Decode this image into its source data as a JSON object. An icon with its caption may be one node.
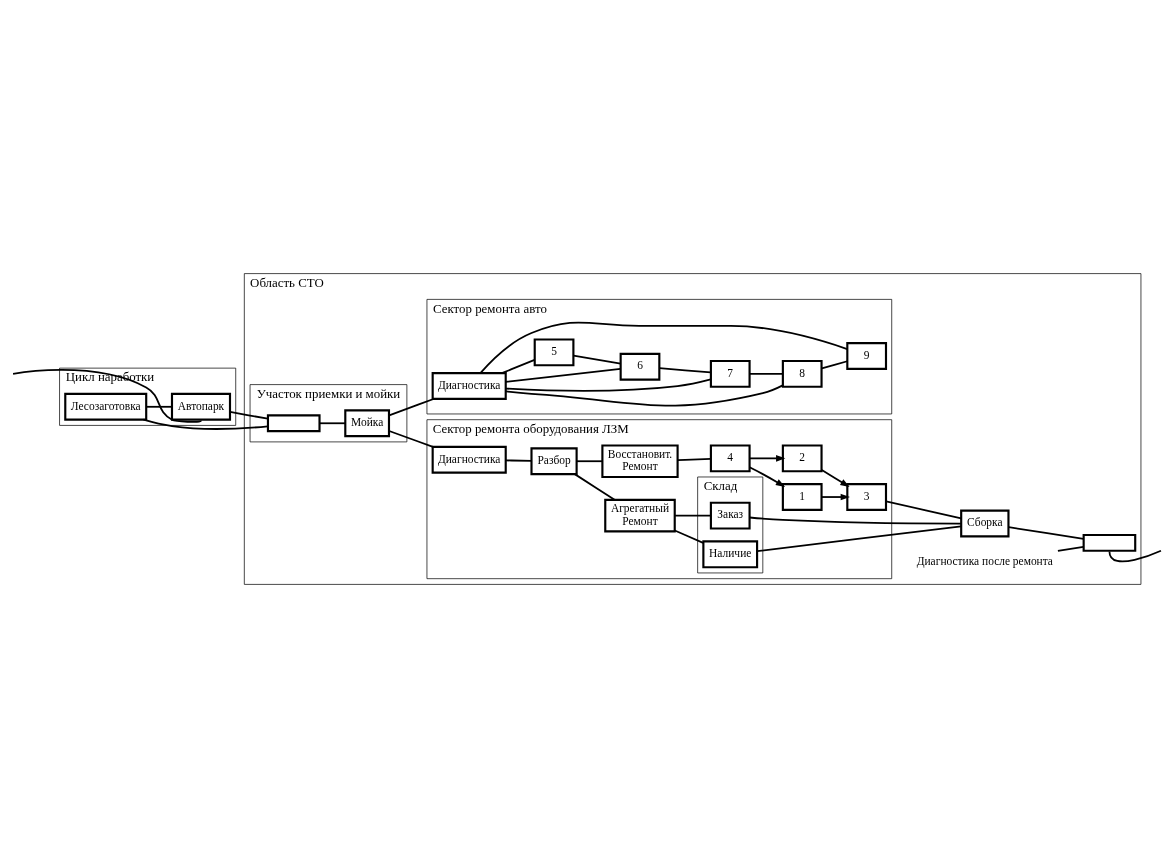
{
  "diagram": {
    "nodes": [
      {
        "text": [
          "Цикл наработки"
        ]
      },
      {
        "text": [
          "Лесозаготовка"
        ],
        "in": 0
      },
      {
        "text": [
          "Автопарк"
        ],
        "in": 0
      },
      {
        "text": [
          "Область СТО"
        ]
      },
      {
        "text": [
          "Участок приемки и мойки"
        ],
        "in": 3
      },
      {
        "text": [],
        "shape": "box",
        "in": 4
      },
      {
        "text": [
          "Мойка"
        ],
        "in": 4
      },
      {
        "text": [
          "Сектор ремонта оборудования ЛЗМ"
        ],
        "in": 3
      },
      {
        "text": [
          "Диагностика"
        ],
        "in": 7
      },
      {
        "text": [
          "Разбор"
        ],
        "in": 7
      },
      {
        "text": [
          "Агрегатный",
          "Ремонт"
        ],
        "in": 7
      },
      {
        "text": [
          "Склад"
        ],
        "in": 7
      },
      {
        "text": [
          "Наличие"
        ],
        "in": 11
      },
      {
        "text": [
          "Заказ"
        ],
        "in": 11
      },
      {
        "text": [
          "1"
        ],
        "in": 7
      },
      {
        "text": [
          "2"
        ],
        "in": 7
      },
      {
        "text": [
          "3"
        ],
        "in": 7
      },
      {
        "text": [
          "4"
        ],
        "in": 7
      },
      {
        "text": [
          "Восстановит.",
          "Ремонт"
        ],
        "in": 7
      },
      {
        "text": [
          "Сектор ремонта авто"
        ],
        "in": 3
      },
      {
        "text": [
          "Диагностика"
        ],
        "in": 19
      },
      {
        "text": [
          "5"
        ],
        "in": 19
      },
      {
        "text": [
          "6"
        ],
        "in": 19
      },
      {
        "text": [
          "7"
        ],
        "in": 19
      },
      {
        "text": [
          "8"
        ],
        "in": 19
      },
      {
        "text": [
          "9"
        ],
        "in": 19
      },
      {
        "text": [
          "Сборка"
        ],
        "in": 3
      },
      {
        "text": [],
        "shape": "box",
        "in": 3
      },
      {
        "text": [
          "Диагностика после ремонта"
        ],
        "in": 3
      }
    ],
    "edges": [
      {
        "from": 1,
        "to": 2,
        "arrow": "none"
      },
      {
        "from": 1,
        "to": 5,
        "arrow": "none"
      },
      {
        "from": 2,
        "to": 5,
        "arrow": "none"
      },
      {
        "from": 2,
        "to": null,
        "arrow": "none"
      },
      {
        "from": 5,
        "to": 6,
        "arrow": "none"
      },
      {
        "from": 6,
        "to": 8,
        "arrow": "none"
      },
      {
        "from": 6,
        "to": 20,
        "arrow": "none"
      },
      {
        "from": 8,
        "to": 9,
        "arrow": "none"
      },
      {
        "from": 9,
        "to": 10,
        "arrow": "none"
      },
      {
        "from": 9,
        "to": 18,
        "arrow": "none"
      },
      {
        "from": 10,
        "to": 12,
        "arrow": "none"
      },
      {
        "from": 10,
        "to": 13,
        "arrow": "none"
      },
      {
        "from": 12,
        "to": 26,
        "arrow": "none"
      },
      {
        "from": 13,
        "to": 26,
        "arrow": "none"
      },
      {
        "from": 18,
        "to": 17,
        "arrow": "none"
      },
      {
        "from": 17,
        "to": 14,
        "arrow": "to"
      },
      {
        "from": 17,
        "to": 15,
        "arrow": "to"
      },
      {
        "from": 14,
        "to": 16,
        "arrow": "to"
      },
      {
        "from": 15,
        "to": 16,
        "arrow": "to"
      },
      {
        "from": 16,
        "to": 26,
        "arrow": "none"
      },
      {
        "from": 20,
        "to": 21,
        "arrow": "none"
      },
      {
        "from": 20,
        "to": 22,
        "arrow": "none"
      },
      {
        "from": 20,
        "to": 23,
        "arrow": "none"
      },
      {
        "from": 20,
        "to": 24,
        "arrow": "none"
      },
      {
        "from": 20,
        "to": 25,
        "arrow": "none"
      },
      {
        "from": 21,
        "to": 22,
        "arrow": "none"
      },
      {
        "from": 22,
        "to": 23,
        "arrow": "none"
      },
      {
        "from": 23,
        "to": 24,
        "arrow": "none"
      },
      {
        "from": 24,
        "to": 25,
        "arrow": "none"
      },
      {
        "from": 26,
        "to": 27,
        "arrow": "none"
      },
      {
        "from": 27,
        "to": null,
        "arrow": "none"
      },
      {
        "from": 28,
        "to": 27,
        "arrow": "none"
      }
    ]
  }
}
